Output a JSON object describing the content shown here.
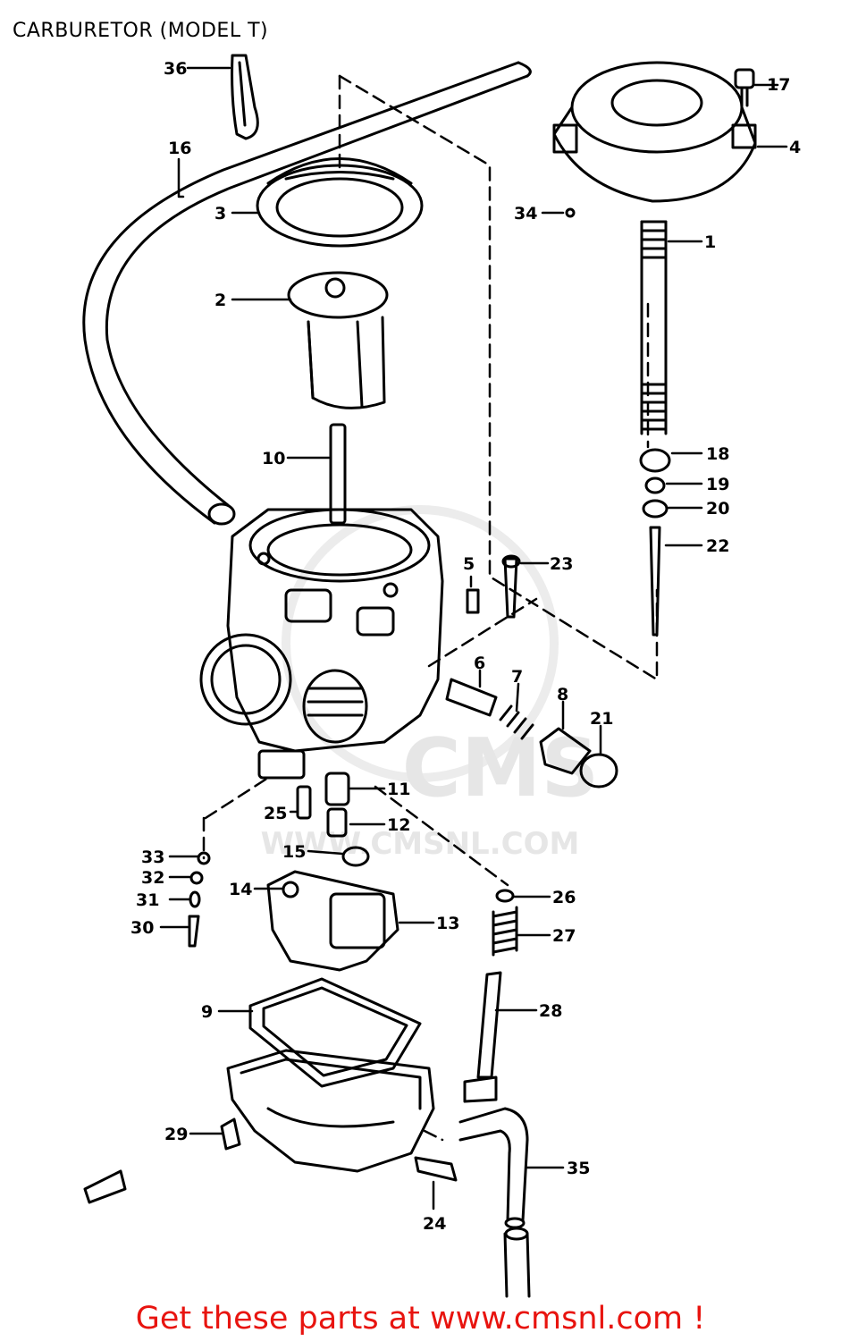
{
  "title": "CARBURETOR (MODEL T)",
  "footer_link": "Get these parts at www.cmsnl.com !",
  "watermark": {
    "logo": "CMS",
    "url": "WWW.CMSNL.COM"
  },
  "callouts": [
    "1",
    "2",
    "3",
    "4",
    "5",
    "6",
    "7",
    "8",
    "9",
    "10",
    "11",
    "12",
    "13",
    "14",
    "15",
    "16",
    "17",
    "18",
    "19",
    "20",
    "21",
    "22",
    "23",
    "24",
    "25",
    "26",
    "27",
    "28",
    "29",
    "30",
    "31",
    "32",
    "33",
    "34",
    "35",
    "36"
  ],
  "colors": {
    "footer": "#e8140f",
    "ink": "#000000",
    "watermark": "#e6e6e6"
  }
}
